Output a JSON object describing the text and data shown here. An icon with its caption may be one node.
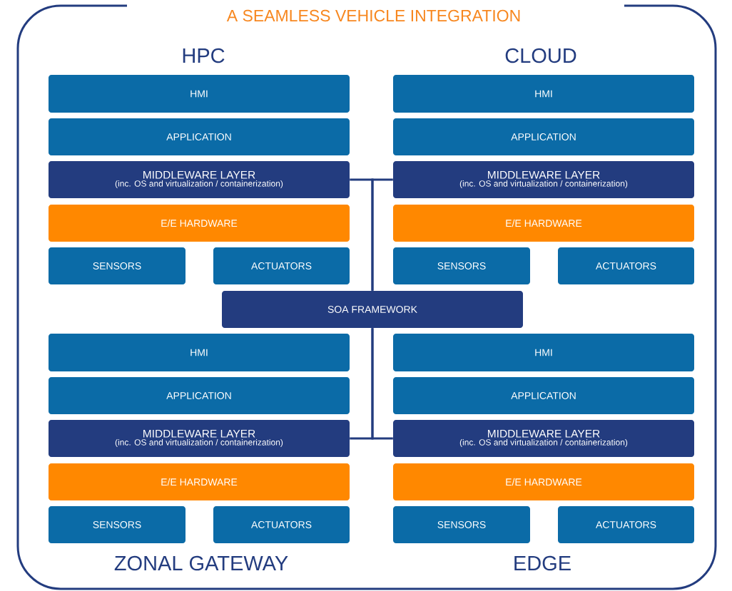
{
  "diagram": {
    "title": "A SEAMLESS VEHICLE INTEGRATION",
    "nodes": [
      {
        "text": [
          "HMI"
        ]
      },
      {
        "text": [
          "APPLICATION"
        ]
      },
      {
        "text": [
          "MIDDLEWARE LAYER",
          "(inc. OS and virtualization / containerization)"
        ]
      },
      {
        "text": [
          "E/E HARDWARE"
        ]
      },
      {
        "text": [
          "SENSORS"
        ]
      },
      {
        "text": [
          "ACTUATORS"
        ]
      },
      {
        "text": [
          "HMI"
        ]
      },
      {
        "text": [
          "APPLICATION"
        ]
      },
      {
        "text": [
          "MIDDLEWARE LAYER",
          "(inc. OS and virtualization / containerization)"
        ]
      },
      {
        "text": [
          "E/E HARDWARE"
        ]
      },
      {
        "text": [
          "SENSORS"
        ]
      },
      {
        "text": [
          "ACTUATORS"
        ]
      },
      {
        "text": [
          "SOA FRAMEWORK"
        ]
      },
      {
        "text": [
          "HMI"
        ]
      },
      {
        "text": [
          "APPLICATION"
        ]
      },
      {
        "text": [
          "MIDDLEWARE LAYER",
          "(inc. OS and virtualization / containerization)"
        ]
      },
      {
        "text": [
          "E/E HARDWARE"
        ]
      },
      {
        "text": [
          "SENSORS"
        ]
      },
      {
        "text": [
          "ACTUATORS"
        ]
      },
      {
        "text": [
          "HMI"
        ]
      },
      {
        "text": [
          "APPLICATION"
        ]
      },
      {
        "text": [
          "MIDDLEWARE LAYER",
          "(inc. OS and virtualization / containerization)"
        ]
      },
      {
        "text": [
          "E/E HARDWARE"
        ]
      },
      {
        "text": [
          "SENSORS"
        ]
      },
      {
        "text": [
          "ACTUATORS"
        ]
      }
    ],
    "edges": [
      {
        "from": 2,
        "to": 12,
        "arrow": "none"
      },
      {
        "from": 8,
        "to": 12,
        "arrow": "none"
      },
      {
        "from": 15,
        "to": 12,
        "arrow": "none"
      },
      {
        "from": 21,
        "to": 12,
        "arrow": "none"
      }
    ],
    "labels": [
      "HPC",
      "CLOUD",
      "ZONAL GATEWAY",
      "EDGE"
    ]
  }
}
